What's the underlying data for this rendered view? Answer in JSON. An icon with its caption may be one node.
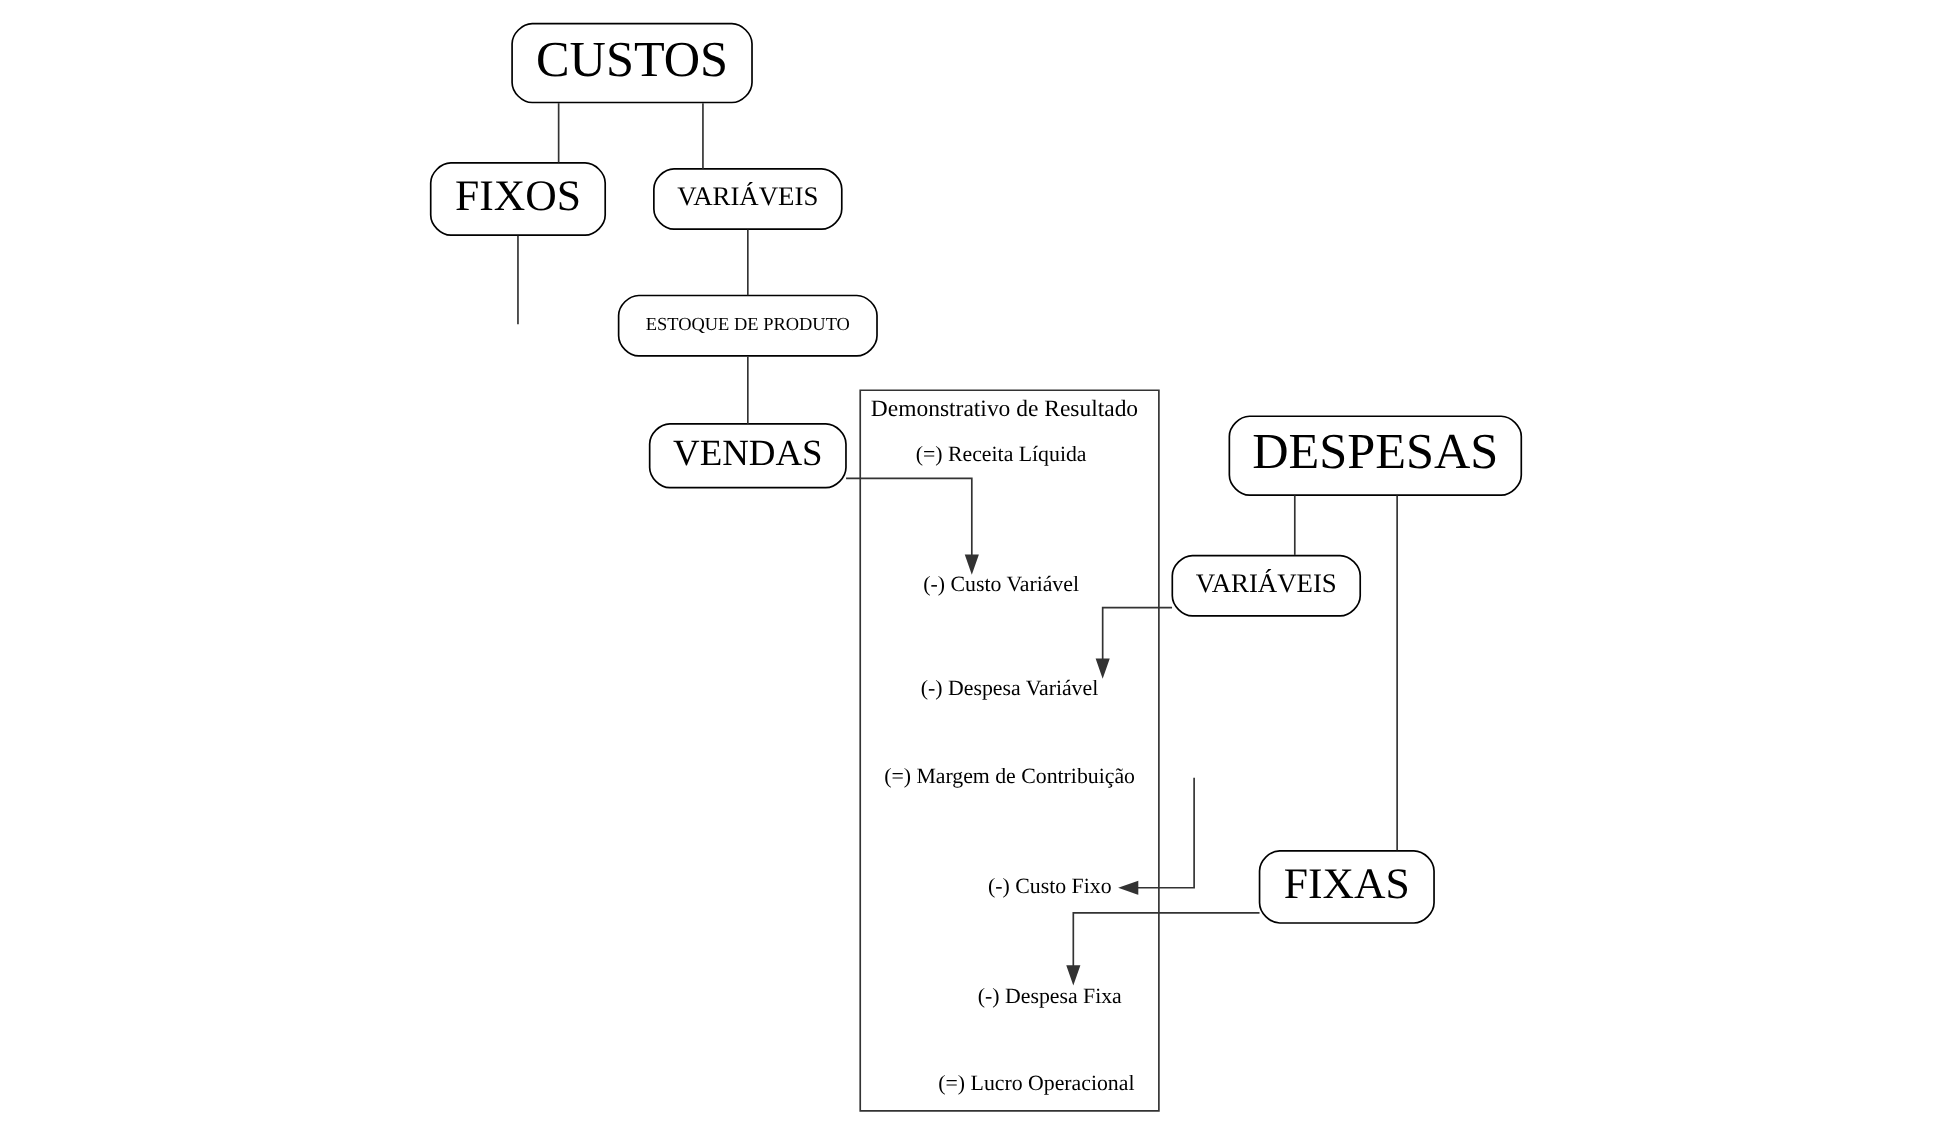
{
  "diagram": {
    "nodes": [
      {
        "text": [
          "CUSTOS"
        ]
      },
      {
        "text": [
          "FIXOS"
        ]
      },
      {
        "text": [
          "VARIÁVEIS"
        ]
      },
      {
        "text": [
          "DESPESAS"
        ]
      },
      {
        "text": [
          "FIXAS"
        ]
      },
      {
        "text": [
          "VARIÁVEIS"
        ]
      },
      {
        "text": [
          "ESTOQUE DE PRODUTO"
        ]
      },
      {
        "text": [
          "VENDAS"
        ]
      },
      {
        "text": [
          "Demonstrativo de Resultado"
        ]
      },
      {
        "text": [
          "(=) Receita Líquida"
        ],
        "in": 8
      },
      {
        "text": [
          "(-) Custo Variável"
        ],
        "in": 8
      },
      {
        "text": [
          "(-) Despesa Variável"
        ],
        "in": 8
      },
      {
        "text": [
          "(=) Margem de Contribuição"
        ],
        "in": 8
      },
      {
        "text": [
          "(-) Custo Fixo"
        ],
        "in": 8
      },
      {
        "text": [
          "(-) Despesa Fixa"
        ],
        "in": 8
      },
      {
        "text": [
          "(=) Lucro Operacional"
        ],
        "in": 8
      }
    ],
    "edges": [
      {
        "from": 0,
        "to": 1,
        "arrow": "none"
      },
      {
        "from": 0,
        "to": 2,
        "arrow": "none"
      },
      {
        "from": 3,
        "to": 4,
        "arrow": "none"
      },
      {
        "from": 3,
        "to": 5,
        "arrow": "none"
      },
      {
        "from": 2,
        "to": 6,
        "arrow": "none"
      },
      {
        "from": 6,
        "to": 7,
        "arrow": "none"
      },
      {
        "from": 7,
        "to": 10,
        "arrow": "to"
      },
      {
        "from": 5,
        "to": 11,
        "arrow": "to"
      },
      {
        "from": 1,
        "to": null,
        "arrow": "none"
      },
      {
        "from": null,
        "to": 13,
        "arrow": "to"
      },
      {
        "from": 4,
        "to": 14,
        "arrow": "to"
      }
    ]
  }
}
